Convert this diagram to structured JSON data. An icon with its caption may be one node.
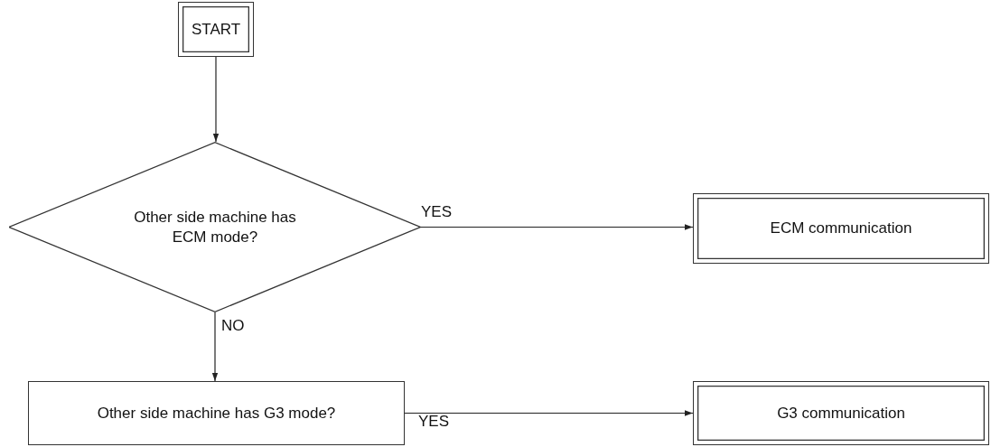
{
  "diagram": {
    "nodes": [
      {
        "text": [
          "START"
        ]
      },
      {
        "text": [
          "Other side machine has ECM mode?"
        ]
      },
      {
        "text": [
          "ECM communication"
        ]
      },
      {
        "text": [
          "Other side machine has G3 mode?"
        ]
      },
      {
        "text": [
          "G3 communication"
        ]
      }
    ],
    "edges": [
      {
        "from": 0,
        "to": 1,
        "arrow": "to"
      },
      {
        "from": 1,
        "to": 2,
        "arrow": "to",
        "label": "YES"
      },
      {
        "from": 1,
        "to": 3,
        "arrow": "to",
        "label": "NO"
      },
      {
        "from": 3,
        "to": 4,
        "arrow": "to",
        "label": "YES"
      }
    ]
  }
}
